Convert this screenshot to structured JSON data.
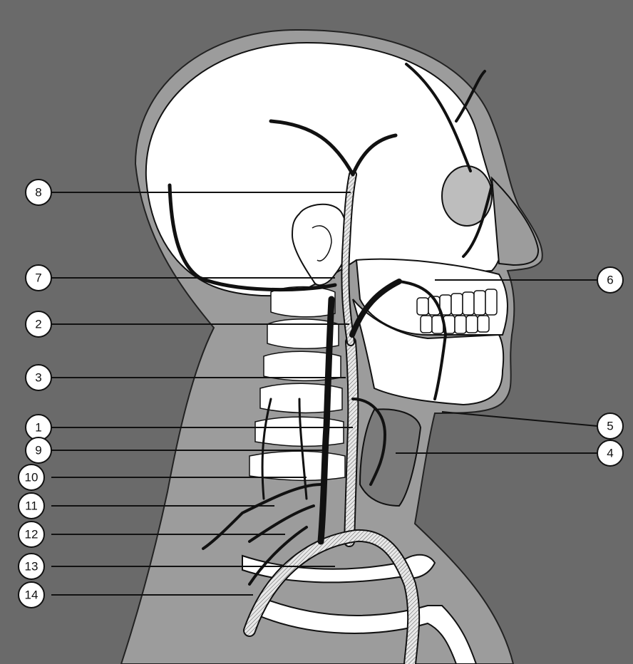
{
  "diagram": {
    "colors": {
      "background": "#6a6a6a",
      "body_silhouette": "#9c9c9c",
      "skull_bone": "#ffffff",
      "vessel": "#d6d6d6",
      "outline": "#111111",
      "callout": "#ffffff"
    },
    "labels": [
      {
        "id": "8",
        "text": "8"
      },
      {
        "id": "7",
        "text": "7"
      },
      {
        "id": "6",
        "text": "6"
      },
      {
        "id": "2",
        "text": "2"
      },
      {
        "id": "3",
        "text": "3"
      },
      {
        "id": "1",
        "text": "1"
      },
      {
        "id": "5",
        "text": "5"
      },
      {
        "id": "9",
        "text": "9"
      },
      {
        "id": "4",
        "text": "4"
      },
      {
        "id": "10",
        "text": "10"
      },
      {
        "id": "11",
        "text": "11"
      },
      {
        "id": "12",
        "text": "12"
      },
      {
        "id": "13",
        "text": "13"
      },
      {
        "id": "14",
        "text": "14"
      }
    ]
  }
}
